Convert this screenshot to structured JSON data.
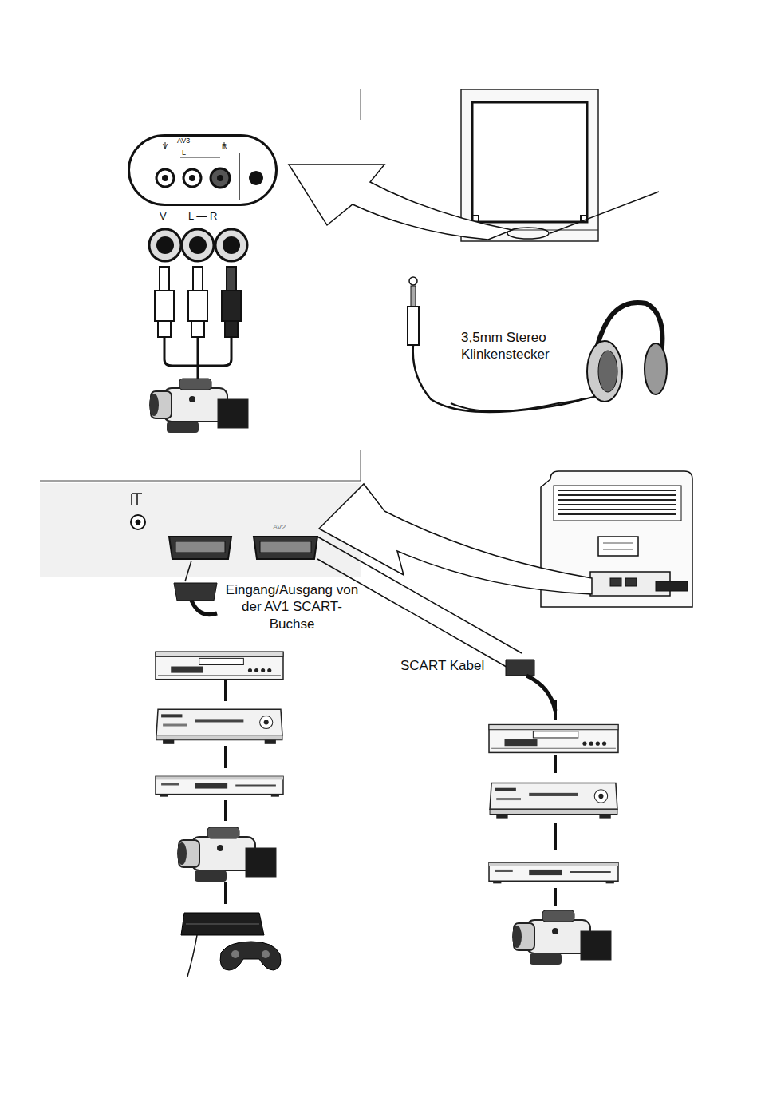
{
  "diagram": {
    "nodes": [
      {
        "text": [
          "AV3",
          "V",
          "L",
          "R"
        ]
      },
      {
        "text": [
          "AV2"
        ]
      }
    ],
    "labels": [
      "V",
      "L — R",
      "3,5mm Stereo Klinkenstecker",
      "Eingang/Ausgang von der AV1 SCART-Buchse",
      "SCART Kabel"
    ]
  }
}
